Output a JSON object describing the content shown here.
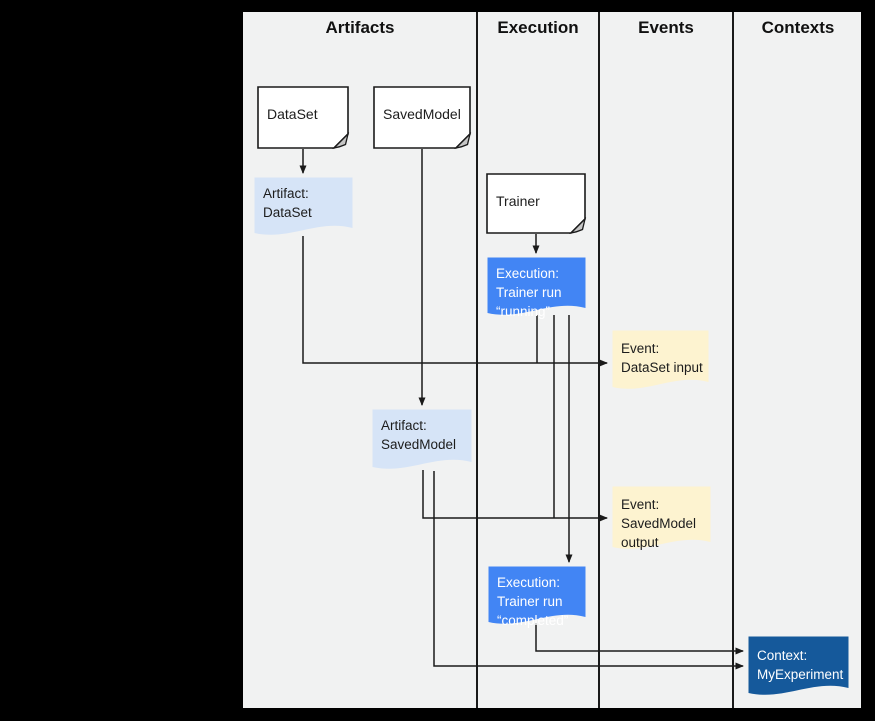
{
  "headers": [
    "Artifacts",
    "Execution",
    "Events",
    "Contexts"
  ],
  "nodes": {
    "dataset_doc": [
      "DataSet"
    ],
    "savedmodel_doc": [
      "SavedModel"
    ],
    "trainer_doc": [
      "Trainer"
    ],
    "artifact_dataset": [
      "Artifact:",
      "DataSet"
    ],
    "execution_running": [
      "Execution:",
      "Trainer run",
      "“running”"
    ],
    "event_dataset_input": [
      "Event:",
      "DataSet input"
    ],
    "artifact_savedmodel": [
      "Artifact:",
      "SavedModel"
    ],
    "event_savedmodel_output": [
      "Event:",
      "SavedModel",
      "output"
    ],
    "execution_completed": [
      "Execution:",
      "Trainer run",
      "“completed”"
    ],
    "context_myexperiment": [
      "Context:",
      "MyExperiment"
    ]
  },
  "colors": {
    "page_background": "#000000",
    "canvas_background": "#f1f2f2",
    "divider": "#1a1a1a",
    "doc_fill": "#ffffff",
    "doc_fold": "#c6c6c6",
    "artifact_fill": "#d6e4f7",
    "execution_fill": "#4285f4",
    "event_fill": "#fdf3d0",
    "context_fill": "#15599b",
    "wire": "#1a1a1a",
    "light_text": "#ffffff",
    "dark_text": "#1c1c1c"
  }
}
